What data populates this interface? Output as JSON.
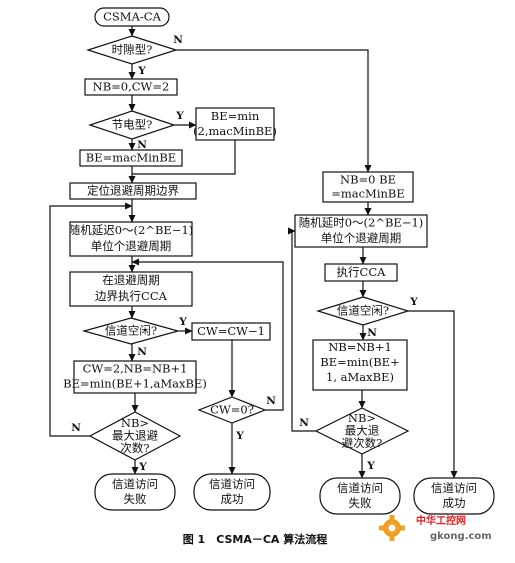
{
  "figure": {
    "start": "CSMA-CA",
    "q_slotted": "时隙型?",
    "init_slotted": "NB=0,CW=2",
    "q_battery": "节电型?",
    "be_min_2": [
      "BE=min",
      "(2,macMinBE)"
    ],
    "be_macmin": "BE=macMinBE",
    "locate_boundary": "定位退避周期边界",
    "s_random_delay": [
      "随机延迟0～(2^BE−1)",
      "单位个退避周期"
    ],
    "s_cca": [
      "在退避周期",
      "边界执行CCA"
    ],
    "s_q_idle": "信道空闲?",
    "s_cw_dec": "CW=CW−1",
    "s_update": [
      "CW=2,NB=NB+1",
      "BE=min(BE+1,aMaxBE)"
    ],
    "s_q_cw0": "CW=0?",
    "s_q_nb": [
      "NB>",
      "最大退避",
      "次数?"
    ],
    "s_fail": [
      "信道访问",
      "失败"
    ],
    "s_success": [
      "信道访问",
      "成功"
    ],
    "u_init": [
      "NB=0 BE",
      "=macMinBE"
    ],
    "u_random_delay": [
      "随机延时0～(2^BE−1)",
      "单位个退避周期"
    ],
    "u_cca": "执行CCA",
    "u_q_idle": "信道空闲?",
    "u_update": [
      "NB=NB+1",
      "BE=min(BE+",
      "1, aMaxBE)"
    ],
    "u_q_nb": [
      "NB>",
      "最大退",
      "避次数?"
    ],
    "u_fail": [
      "信道访问",
      "失败"
    ],
    "u_success": [
      "信道访问",
      "成功"
    ],
    "yes": "Y",
    "no": "N",
    "caption": "图 1　CSMA－CA 算法流程",
    "watermark": [
      "中华工控网",
      "gkong.com"
    ]
  },
  "colors": {
    "stroke": "#111111",
    "fill": "#ffffff",
    "watermark_orange": "#f0a020",
    "watermark_red": "#e02020"
  }
}
